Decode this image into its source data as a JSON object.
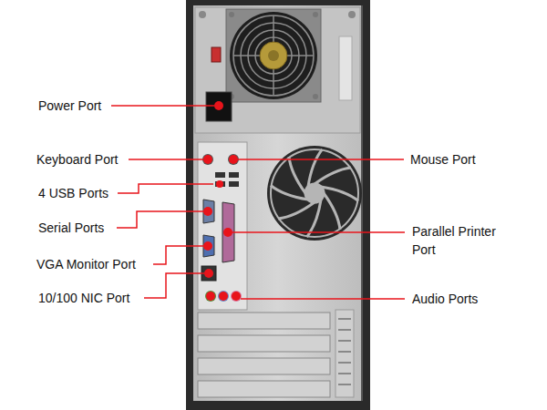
{
  "diagram": {
    "labels": [
      "Power Port",
      "Keyboard Port",
      "Mouse Port",
      "4 USB Ports",
      "Serial Ports",
      "Parallel Printer Port",
      "VGA Monitor Port",
      "10/100 NIC Port",
      "Audio Ports"
    ]
  }
}
